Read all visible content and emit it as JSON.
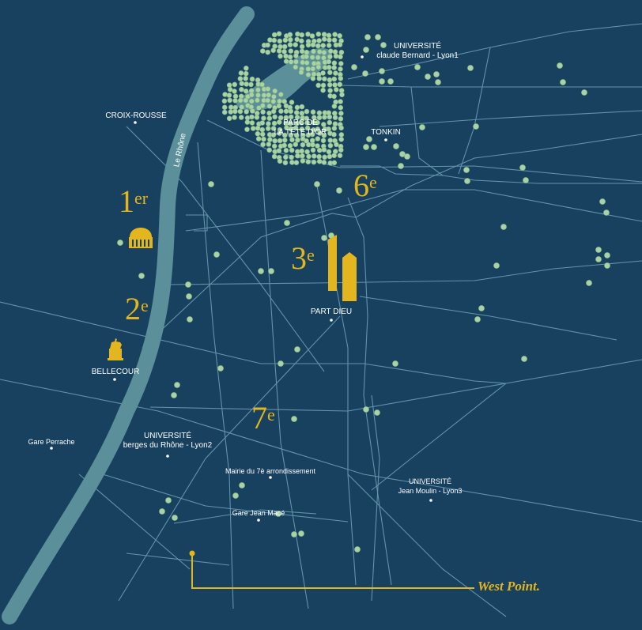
{
  "map": {
    "river_label": "Le Rhône",
    "park_label_line1": "PARC DE",
    "park_label_line2": "LA TÊTE D'OR",
    "places": {
      "croix_rousse": "CROIX-ROUSSE",
      "tonkin": "TONKIN",
      "part_dieu": "PART DIEU",
      "bellecour": "BELLECOUR",
      "gare_perrache": "Gare Perrache",
      "mairie_7e": "Mairie du 7è arrondissement",
      "gare_jean_mace": "Gare Jean Macé",
      "univ_lyon1_line1": "UNIVERSITÉ",
      "univ_lyon1_line2": "claude Bernard - Lyon1",
      "univ_lyon2_line1": "UNIVERSITÉ",
      "univ_lyon2_line2": "berges du Rhône - Lyon2",
      "univ_lyon3_line1": "UNIVERSITÉ",
      "univ_lyon3_line2": "Jean Moulin - Lyon3"
    },
    "districts": [
      {
        "num": "1",
        "suffix": "er"
      },
      {
        "num": "2",
        "suffix": "e"
      },
      {
        "num": "3",
        "suffix": "e"
      },
      {
        "num": "6",
        "suffix": "e"
      },
      {
        "num": "7",
        "suffix": "e"
      }
    ],
    "brand": "West Point.",
    "landmark_icons": [
      "opera-icon",
      "equestrian-statue-icon",
      "towers-icon"
    ],
    "colors": {
      "background": "#18415f",
      "river": "#5b8f99",
      "streets": "#6c9bb2",
      "trees": "#a9d3a5",
      "accent": "#e3b51e",
      "text": "#ffffff"
    }
  }
}
